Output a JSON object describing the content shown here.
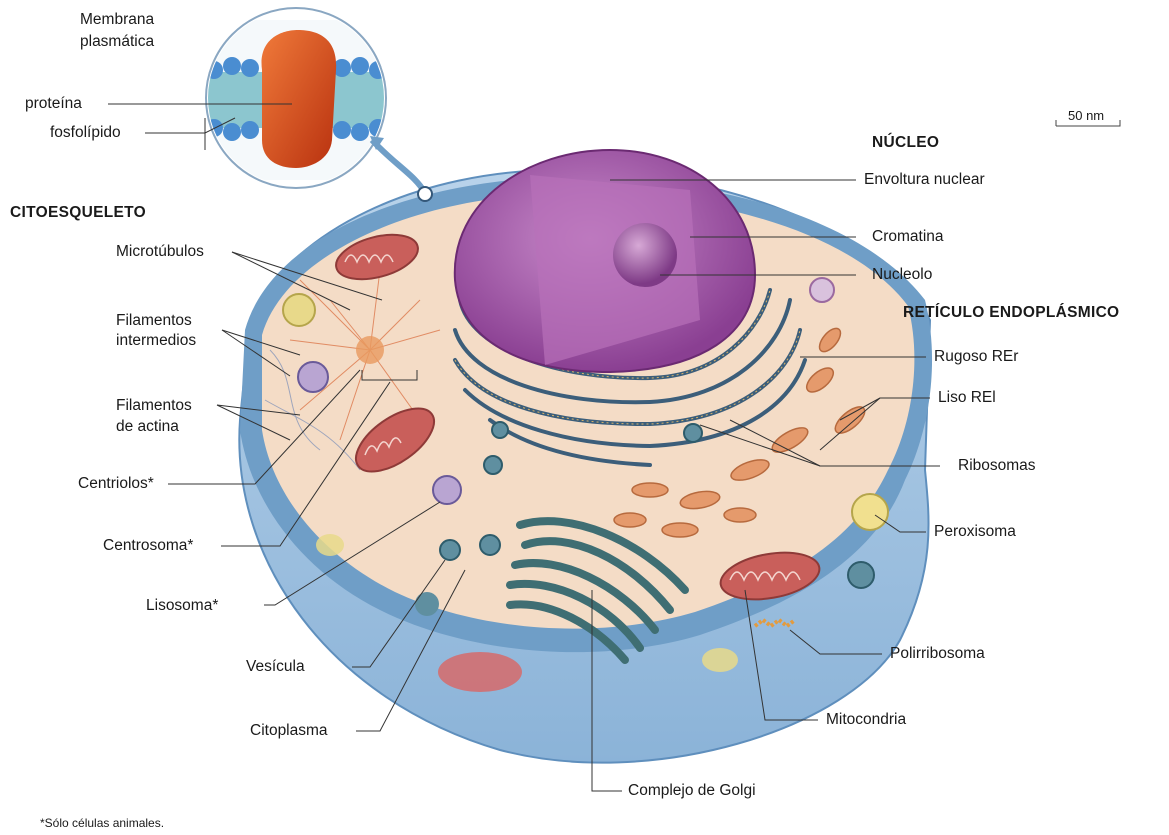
{
  "headers": {
    "citoesqueleto": "CITOESQUELETO",
    "nucleo": "NÚCLEO",
    "reticulo": "RETÍCULO ENDOPLÁSMICO"
  },
  "labels": {
    "membrana_line1": "Membrana",
    "membrana_line2": "plasmática",
    "proteina": "proteína",
    "fosfolipido": "fosfolípido",
    "microtubulos": "Microtúbulos",
    "filamentos_int_line1": "Filamentos",
    "filamentos_int_line2": "intermedios",
    "filamentos_act_line1": "Filamentos",
    "filamentos_act_line2": "de actina",
    "centriolos": "Centriolos*",
    "centrosoma": "Centrosoma*",
    "lisosoma": "Lisosoma*",
    "vesicula": "Vesícula",
    "citoplasma": "Citoplasma",
    "envoltura": "Envoltura nuclear",
    "cromatina": "Cromatina",
    "nucleolo": "Nucleolo",
    "rugoso": "Rugoso REr",
    "liso": "Liso REl",
    "ribosomas": "Ribosomas",
    "peroxisoma": "Peroxisoma",
    "polirribosoma": "Polirribosoma",
    "mitocondria": "Mitocondria",
    "golgi": "Complejo de Golgi"
  },
  "scale": "50 nm",
  "footnote": "*Sólo células animales.",
  "colors": {
    "membrane": "#6f9ec7",
    "cytoplasm": "#f4dcc6",
    "nucleus": "#9b4fa0",
    "rough_er": "#3c5e7a",
    "mitochondria": "#b9524f",
    "golgi": "#3f6e73",
    "protein": "#d8451f"
  }
}
